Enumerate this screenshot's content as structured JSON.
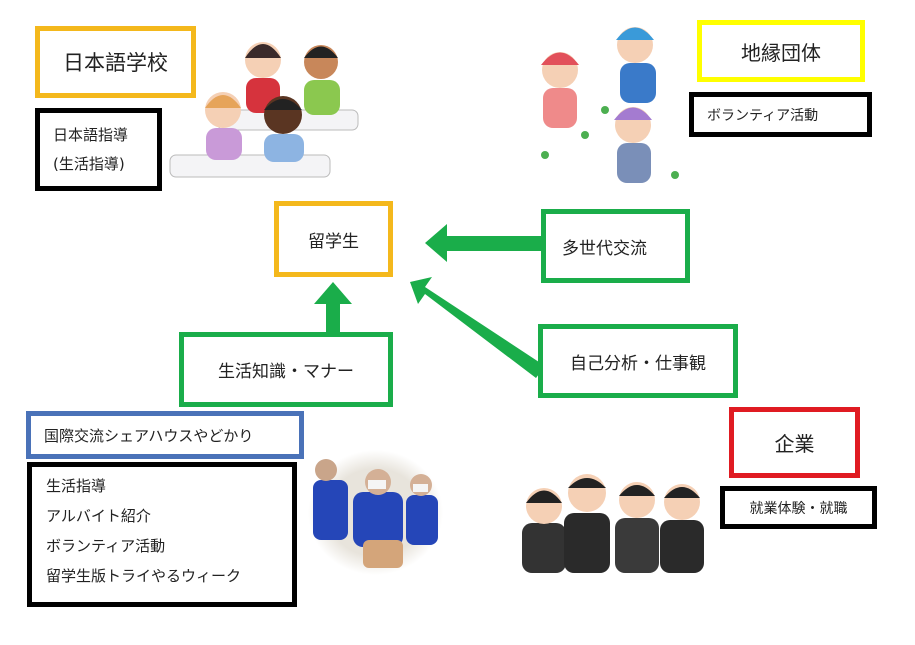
{
  "japanese_school": {
    "title": "日本語学校",
    "details": [
      "日本語指導",
      "(生活指導)"
    ]
  },
  "student": {
    "label": "留学生"
  },
  "community": {
    "title": "地縁団体",
    "details": [
      "ボランティア活動"
    ]
  },
  "multigen": {
    "label": "多世代交流"
  },
  "self_analysis": {
    "label": "自己分析・仕事観"
  },
  "life_knowledge": {
    "label": "生活知識・マナー"
  },
  "sharehouse": {
    "title": "国際交流シェアハウスやどかり",
    "details": [
      "生活指導",
      "アルバイト紹介",
      "ボランティア活動",
      "留学生版トライやるウィーク"
    ]
  },
  "company": {
    "title": "企業",
    "details": [
      "就業体験・就職"
    ]
  },
  "colors": {
    "yellow": "#f4b81c",
    "bright_yellow": "#ffff00",
    "green": "#1aad4a",
    "blue": "#4a72b8",
    "red": "#e01b22"
  }
}
